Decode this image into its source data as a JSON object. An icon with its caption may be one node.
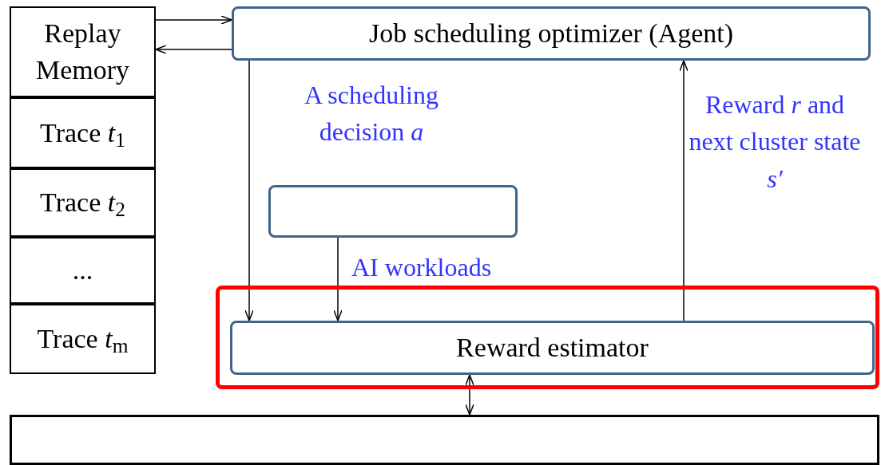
{
  "diagram": {
    "nodes": [
      {
        "text": [
          "Replay Memory"
        ]
      },
      {
        "text": [
          "Trace *t*$_{1}$"
        ]
      },
      {
        "text": [
          "Trace *t*$_{2}$"
        ]
      },
      {
        "text": [
          "..."
        ]
      },
      {
        "text": [
          "Trace *t*$_{m}$"
        ]
      },
      {
        "text": [
          "Job scheduling optimizer (Agent)"
        ]
      },
      {
        "text": [],
        "shape": "box"
      },
      {
        "text": [],
        "shape": "box"
      },
      {
        "text": [
          "Reward estimator"
        ],
        "in": 7
      },
      {
        "text": [],
        "shape": "bar"
      }
    ],
    "edges": [
      {
        "from": 0,
        "to": 5,
        "arrow": "to"
      },
      {
        "from": 5,
        "to": 0,
        "arrow": "to"
      },
      {
        "from": 5,
        "to": 8,
        "arrow": "to",
        "label": "A scheduling decision *a*"
      },
      {
        "from": 6,
        "to": 8,
        "arrow": "to",
        "label": "AI workloads"
      },
      {
        "from": 8,
        "to": 5,
        "arrow": "to",
        "label": "Reward *r* and next cluster state *s′*"
      },
      {
        "from": 8,
        "to": 9,
        "arrow": "both"
      }
    ]
  }
}
